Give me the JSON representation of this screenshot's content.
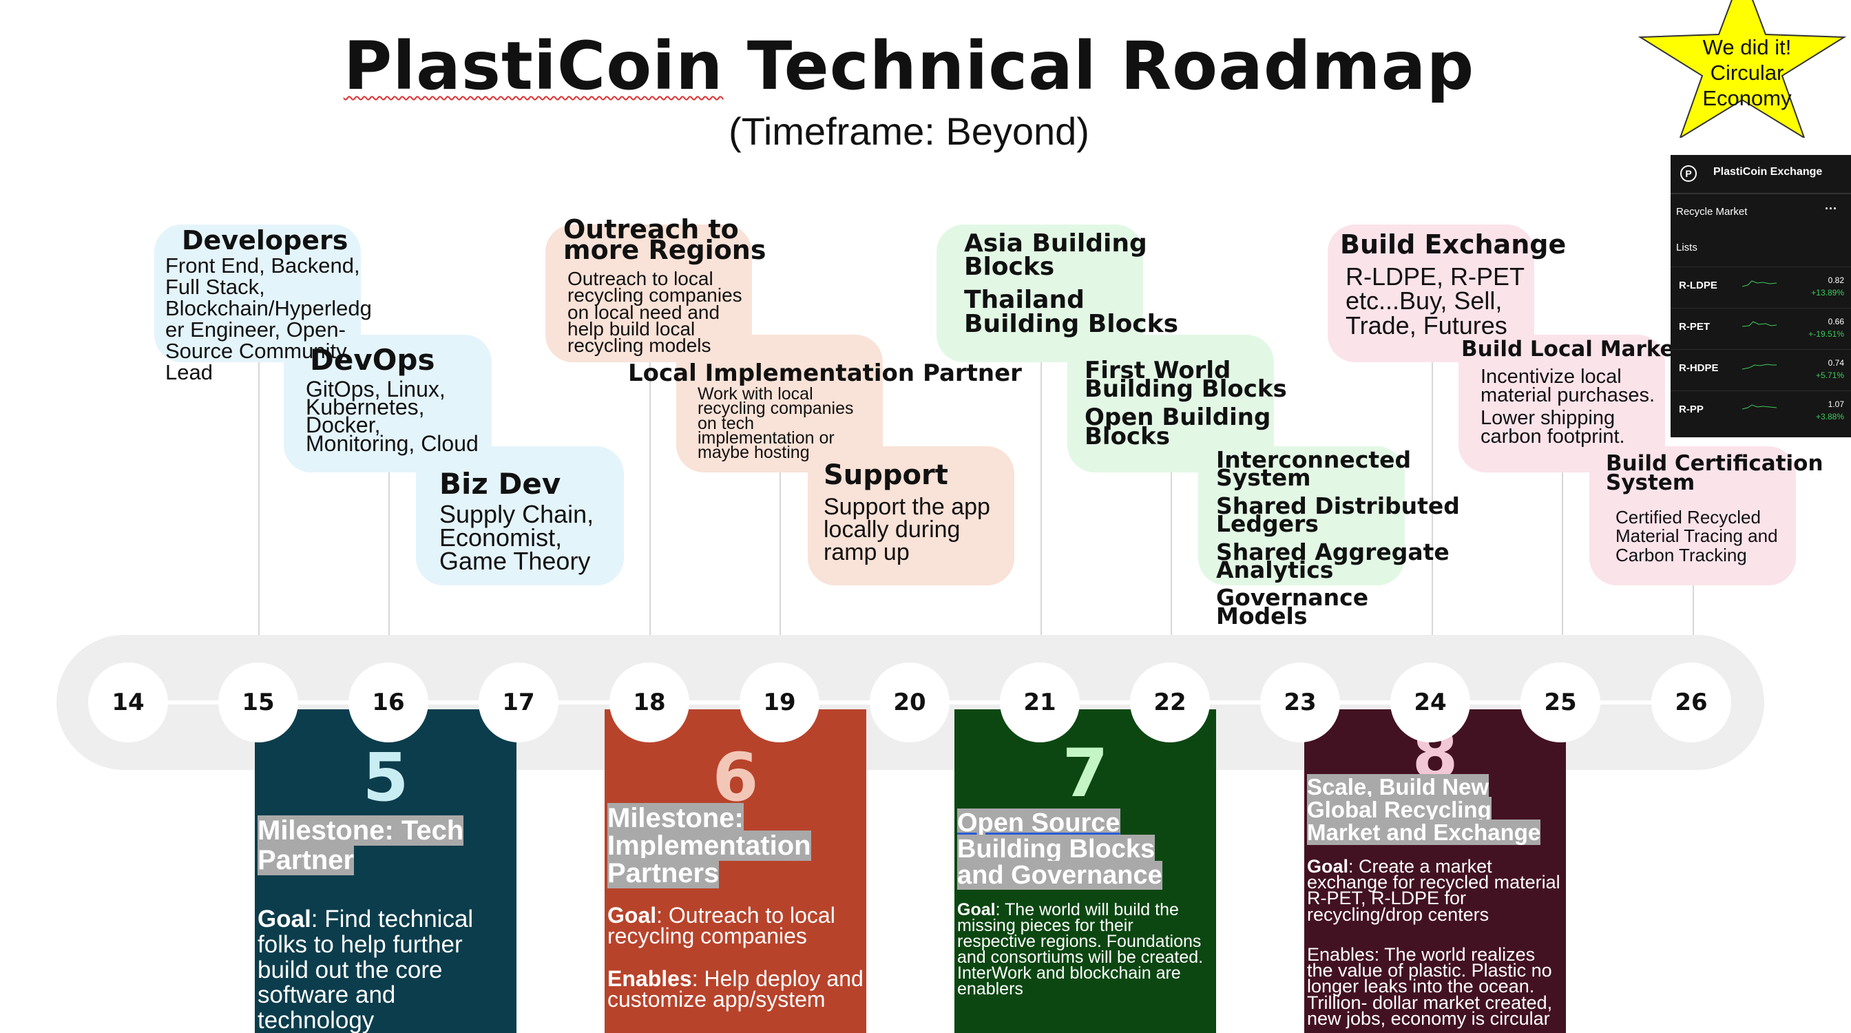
{
  "title": {
    "brand": "PlastiCoin",
    "rest": " Technical Roadmap"
  },
  "subtitle": "(Timeframe: Beyond)",
  "star": {
    "lines": [
      "We did it!",
      "Circular",
      "Economy"
    ],
    "color": "#ffff00"
  },
  "bubbles": {
    "developers": {
      "title": "Developers",
      "lines": [
        "Front End, Backend,",
        "Full Stack,",
        "Blockchain/Hyperledg",
        "er Engineer, Open-",
        "Source Community",
        "Lead"
      ]
    },
    "devops": {
      "title": "DevOps",
      "lines": [
        "GitOps, Linux,",
        "Kubernetes,",
        "Docker,",
        "Monitoring, Cloud"
      ]
    },
    "bizdev": {
      "title": "Biz Dev",
      "lines": [
        "Supply Chain,",
        "Economist,",
        "Game Theory"
      ]
    },
    "outreach": {
      "title_lines": [
        "Outreach to",
        "more Regions"
      ],
      "lines": [
        "Outreach to local",
        "recycling companies",
        "on local need and",
        "help build local",
        "recycling models"
      ]
    },
    "local_impl": {
      "title": "Local Implementation Partner",
      "lines": [
        "Work with local",
        "recycling companies",
        "on tech",
        "implementation or",
        "maybe hosting"
      ]
    },
    "support": {
      "title": "Support",
      "lines": [
        "Support the app",
        "locally during",
        "ramp up"
      ]
    },
    "asia": {
      "items": [
        [
          "Asia Building",
          "Blocks"
        ],
        [
          "Thailand",
          "Building Blocks"
        ]
      ]
    },
    "first_world": {
      "items": [
        [
          "First World",
          "Building Blocks"
        ],
        [
          "Open Building",
          "Blocks"
        ]
      ]
    },
    "interconnected": {
      "items": [
        [
          "Interconnected",
          "System"
        ],
        [
          "Shared Distributed",
          "Ledgers"
        ],
        [
          "Shared Aggregate",
          "Analytics"
        ],
        [
          "Governance",
          "Models"
        ]
      ]
    },
    "build_exchange": {
      "title": "Build Exchange",
      "lines": [
        "R-LDPE, R-PET",
        "etc...Buy, Sell,",
        "Trade, Futures"
      ]
    },
    "local_markets": {
      "title": "Build Local Markets",
      "lines": [
        "Incentivize local",
        "material purchases.",
        "Lower shipping",
        "carbon footprint."
      ]
    },
    "certification": {
      "title_lines": [
        "Build Certification",
        "System"
      ],
      "lines": [
        "Certified Recycled",
        "Material Tracing and",
        "Carbon Tracking"
      ]
    }
  },
  "timeline": [
    "14",
    "15",
    "16",
    "17",
    "18",
    "19",
    "20",
    "21",
    "22",
    "23",
    "24",
    "25",
    "26"
  ],
  "milestones": [
    {
      "number": "5",
      "heading": [
        "Milestone: Tech",
        "Partner"
      ],
      "goal_label": "Goal",
      "goal_text": ": Find technical folks to help further build out the core software and technology",
      "color": "#0c3d4c",
      "num_color": "#c8eef4"
    },
    {
      "number": "6",
      "heading": [
        "Milestone:",
        "Implementation",
        "Partners"
      ],
      "goal_label": "Goal",
      "goal_text": ": Outreach to local recycling companies",
      "enables_label": "Enables",
      "enables_text": ": Help deploy and customize app/system",
      "color": "#b8432b",
      "num_color": "#f3c7b8"
    },
    {
      "number": "7",
      "heading": [
        "Open Source",
        "Building Blocks",
        "and Governance"
      ],
      "goal_label": "Goal",
      "goal_text": ": The world will build the missing pieces for their respective regions. Foundations and consortiums will be created. InterWork and blockchain are enablers",
      "color": "#0c4712",
      "num_color": "#c4f5c4"
    },
    {
      "number": "8",
      "heading": [
        "Scale, Build New",
        "Global Recycling",
        "Market and Exchange"
      ],
      "goal_label": "Goal",
      "goal_text": ": Create a market exchange for recycled material R-PET, R-LDPE for recycling/drop centers",
      "enables_text": "Enables: The world realizes the value of plastic. Plastic no longer leaks into the ocean. Trillion- dollar market created, new jobs, economy is circular",
      "color": "#431222",
      "num_color": "#f3c8d6"
    }
  ],
  "exchange": {
    "title": "PlastiCoin Exchange",
    "logo": "P",
    "subtitle": "Recycle Market",
    "menu": "···",
    "lists_label": "Lists",
    "rows": [
      {
        "name": "R-LDPE",
        "price": "0.82",
        "change": "+13.89%"
      },
      {
        "name": "R-PET",
        "price": "0.66",
        "change": "+-19.51%"
      },
      {
        "name": "R-HDPE",
        "price": "0.74",
        "change": "+5.71%"
      },
      {
        "name": "R-PP",
        "price": "1.07",
        "change": "+3.88%"
      }
    ]
  }
}
